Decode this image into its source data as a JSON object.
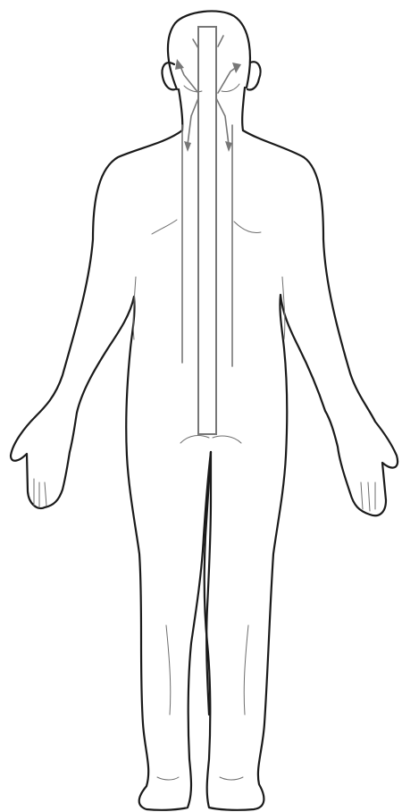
{
  "figure": {
    "view": "posterior",
    "subject": "human-body-outline",
    "colors": {
      "background": "#ffffff",
      "outline": "#1a1a1a",
      "detail": "#6e6e6e",
      "guide_lines": "#777777"
    },
    "guide_lines": {
      "count": 5,
      "arrowheads": 4,
      "central_band": true
    }
  }
}
